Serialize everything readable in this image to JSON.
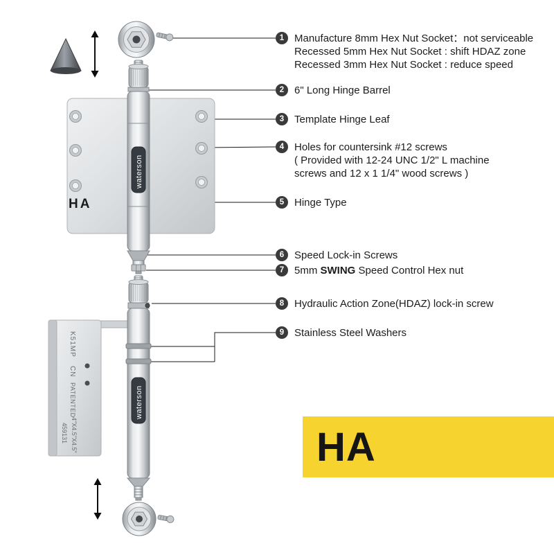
{
  "callouts": [
    {
      "num": "1",
      "lines": [
        "Manufacture 8mm Hex Nut Socket：not serviceable",
        "Recessed 5mm Hex Nut Socket : shift HDAZ zone",
        "Recessed 3mm Hex Nut Socket : reduce speed"
      ]
    },
    {
      "num": "2",
      "lines": [
        "6\" Long Hinge Barrel"
      ]
    },
    {
      "num": "3",
      "lines": [
        "Template Hinge Leaf"
      ]
    },
    {
      "num": "4",
      "lines": [
        "Holes for countersink #12 screws",
        "( Provided with 12-24 UNC 1/2\" L machine",
        "screws and 12 x 1 1/4\" wood screws )"
      ]
    },
    {
      "num": "5",
      "lines": [
        "Hinge Type"
      ]
    },
    {
      "num": "6",
      "lines": [
        "Speed Lock-in Screws"
      ]
    },
    {
      "num": "7",
      "prefix": "5mm ",
      "bold": "SWING",
      "suffix": " Speed Control Hex nut"
    },
    {
      "num": "8",
      "lines": [
        "Hydraulic Action Zone(HDAZ) lock-in screw"
      ]
    },
    {
      "num": "9",
      "lines": [
        "Stainless Steel Washers"
      ]
    }
  ],
  "top_hinge": {
    "type_label": "HA",
    "brand": "waterson"
  },
  "bottom_hinge": {
    "brand": "waterson",
    "stamps": {
      "model": "K51MP",
      "origin": "CN",
      "patented": "PATENTED",
      "serial": "459131",
      "size": "4\"X4.5\"X4.5\""
    }
  },
  "badge": {
    "label": "HA",
    "bg": "#F6D32F",
    "text_color": "#151515"
  },
  "colors": {
    "callout_circle": "#3a3a3a",
    "line": "#1a1a1a"
  }
}
